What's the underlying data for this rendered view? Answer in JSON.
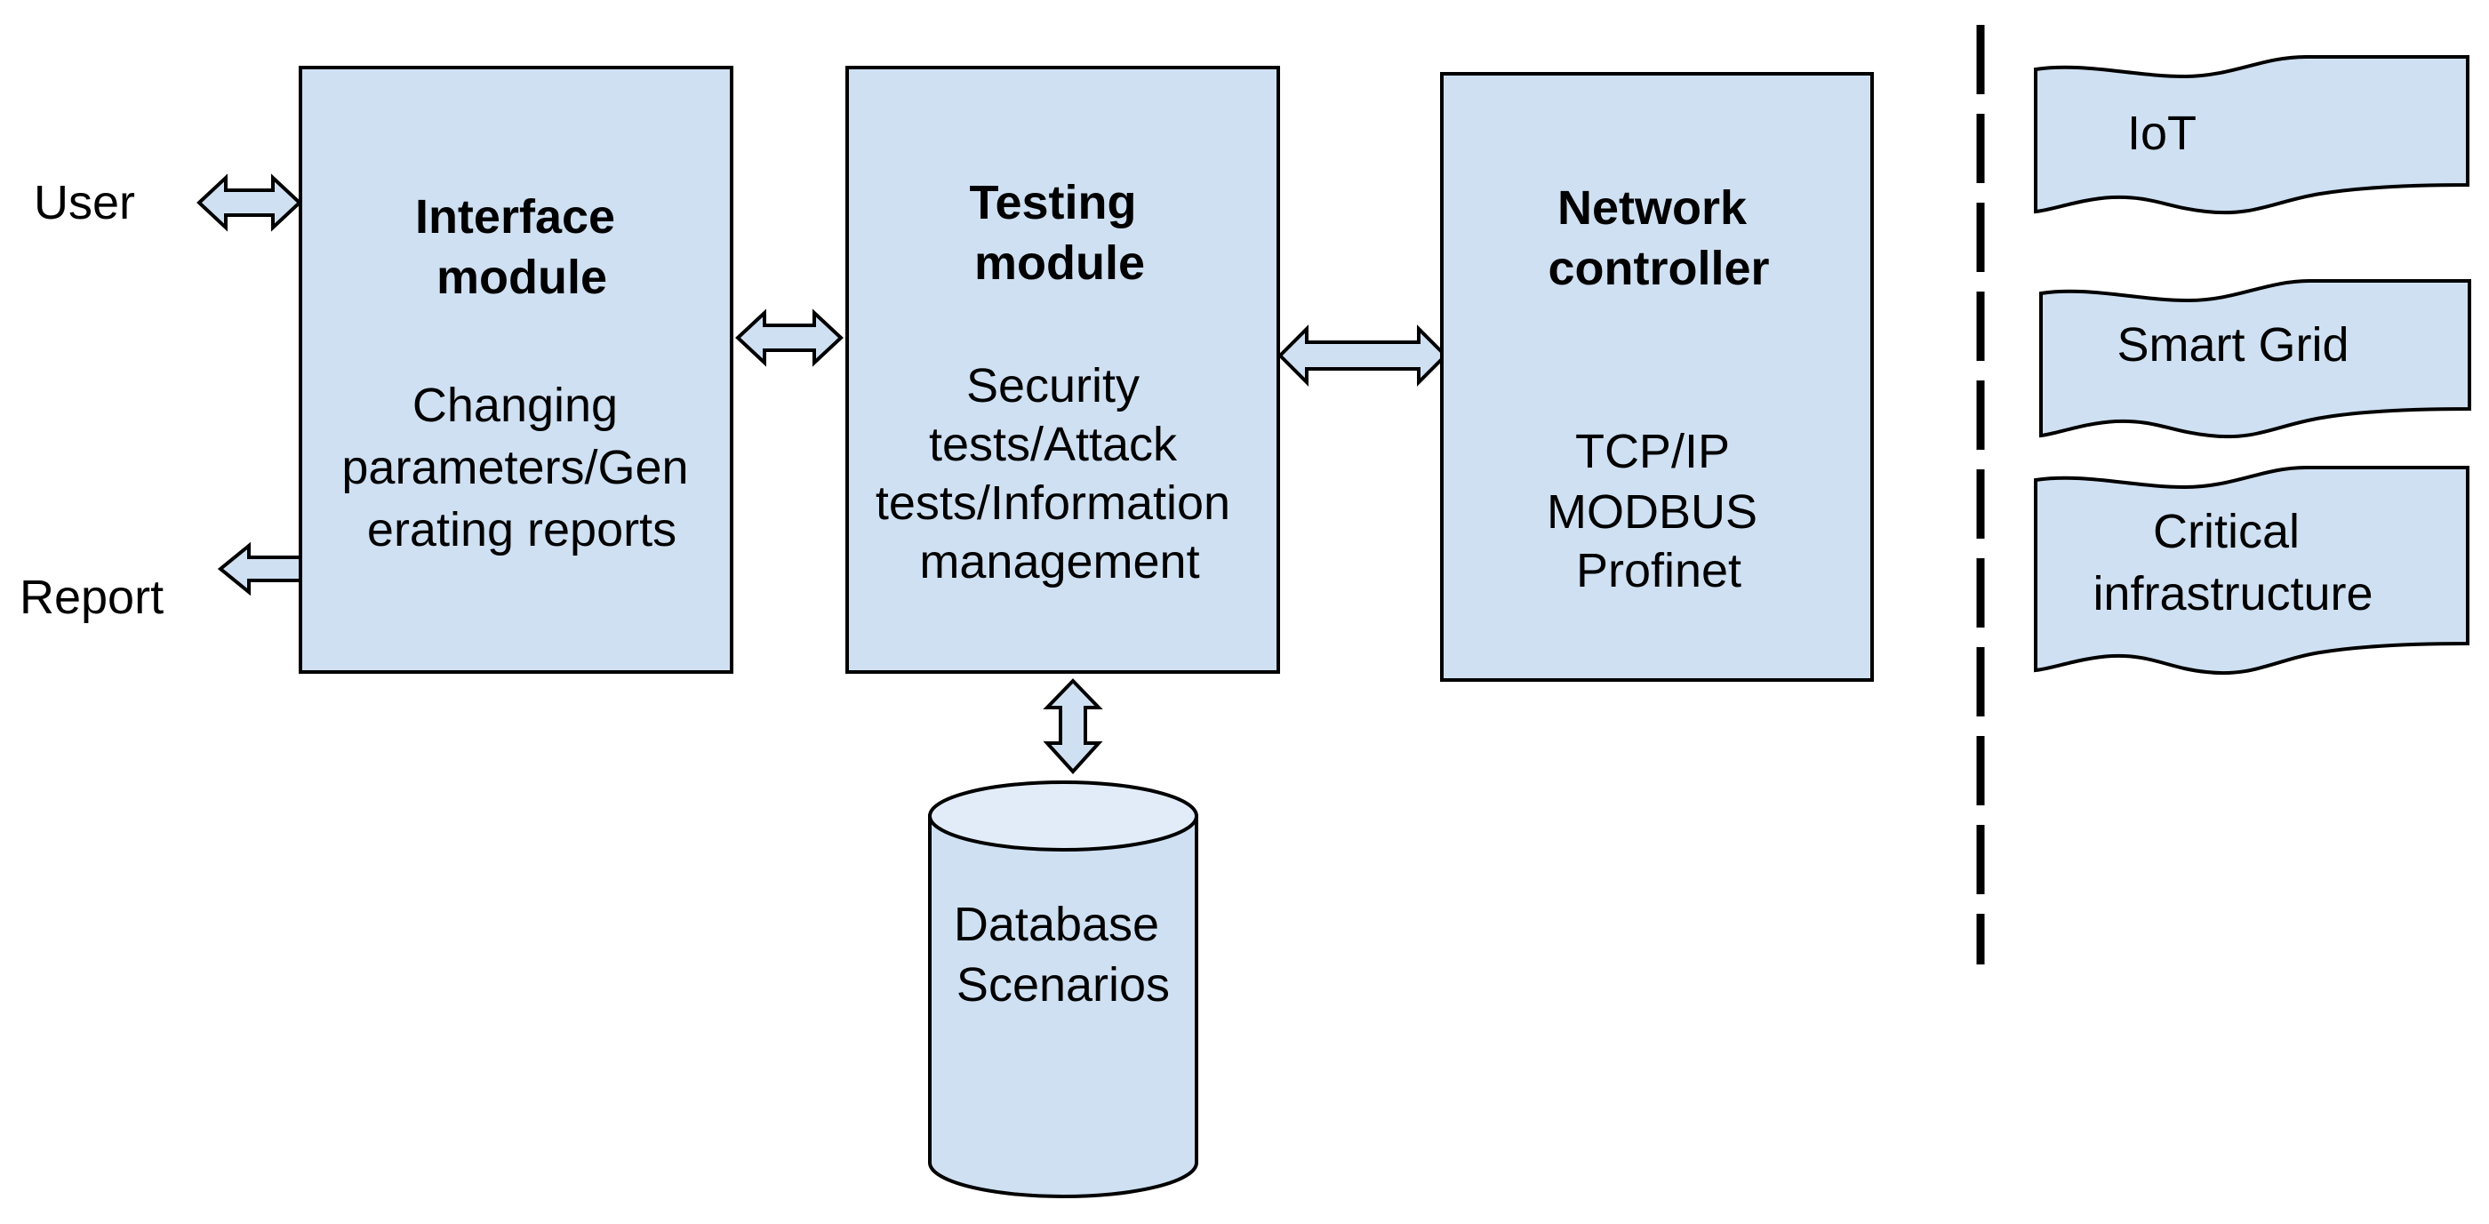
{
  "external": {
    "user_label": "User",
    "report_label": "Report"
  },
  "interface_module": {
    "title_lines": [
      "Interface",
      "module"
    ],
    "desc_lines": [
      "Changing",
      "parameters/Gen",
      "erating reports"
    ]
  },
  "testing_module": {
    "title_lines": [
      "Testing",
      "module"
    ],
    "desc_lines": [
      "Security",
      "tests/Attack",
      "tests/Information",
      "management"
    ]
  },
  "network_controller": {
    "title_lines": [
      "Network",
      "controller"
    ],
    "desc_lines": [
      "TCP/IP",
      "MODBUS",
      "Profinet"
    ]
  },
  "database": {
    "lines": [
      "Database",
      "Scenarios"
    ]
  },
  "domains": {
    "iot": [
      "IoT"
    ],
    "smart_grid": [
      "Smart Grid"
    ],
    "critical_infrastructure": [
      "Critical",
      "infrastructure"
    ]
  },
  "colors": {
    "fill": "#cfe0f2",
    "fill_light": "#e2ecf8",
    "stroke": "#000000"
  }
}
